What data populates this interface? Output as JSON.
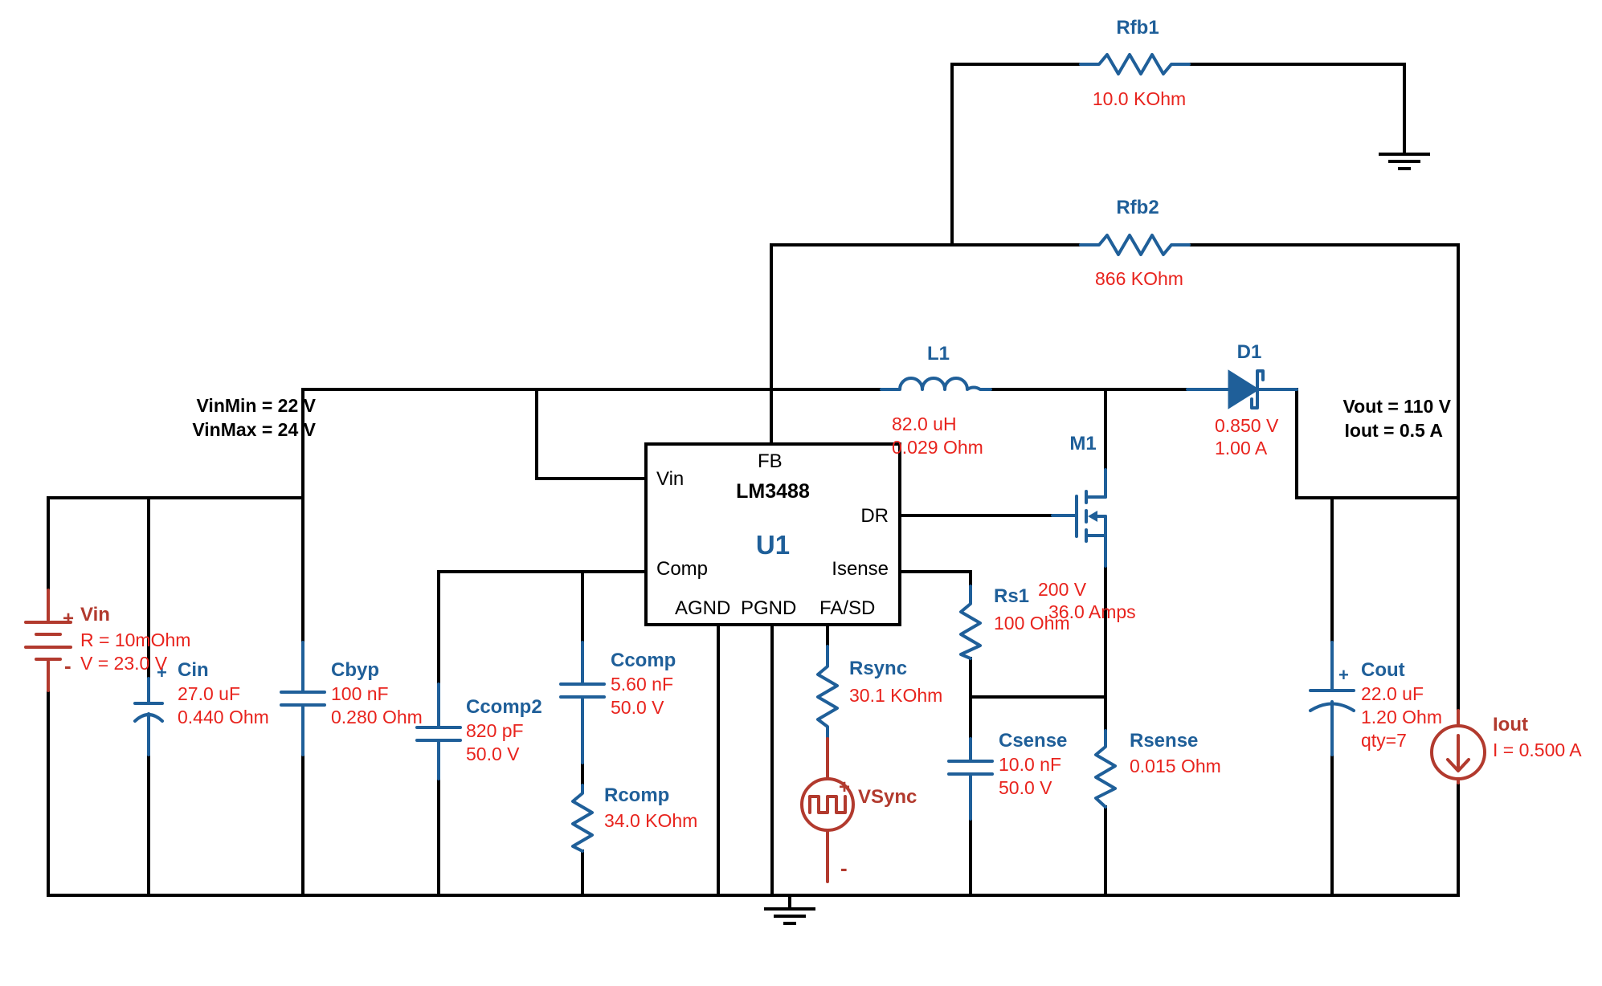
{
  "specs": {
    "vin_min": "VinMin = 22 V",
    "vin_max": "VinMax = 24 V",
    "vout": "Vout = 110 V",
    "iout": "Iout = 0.5 A"
  },
  "ic": {
    "designator": "U1",
    "part": "LM3488",
    "pins": {
      "fb": "FB",
      "vin": "Vin",
      "dr": "DR",
      "comp": "Comp",
      "isense": "Isense",
      "agnd": "AGND",
      "pgnd": "PGND",
      "fasd": "FA/SD"
    }
  },
  "components": {
    "rfb1": {
      "ref": "Rfb1",
      "values": [
        "10.0 KOhm"
      ]
    },
    "rfb2": {
      "ref": "Rfb2",
      "values": [
        "866 KOhm"
      ]
    },
    "l1": {
      "ref": "L1",
      "values": [
        "82.0 uH",
        "0.029 Ohm"
      ]
    },
    "d1": {
      "ref": "D1",
      "values": [
        "0.850 V",
        "1.00 A"
      ]
    },
    "m1": {
      "ref": "M1",
      "values": [
        "200 V",
        "36.0 Amps"
      ]
    },
    "vin": {
      "ref": "Vin",
      "values": [
        "R = 10mOhm",
        "V = 23.0 V"
      ]
    },
    "cin": {
      "ref": "Cin",
      "values": [
        "27.0 uF",
        "0.440 Ohm"
      ]
    },
    "cbyp": {
      "ref": "Cbyp",
      "values": [
        "100 nF",
        "0.280 Ohm"
      ]
    },
    "ccomp2": {
      "ref": "Ccomp2",
      "values": [
        "820 pF",
        "50.0 V"
      ]
    },
    "ccomp": {
      "ref": "Ccomp",
      "values": [
        "5.60 nF",
        "50.0 V"
      ]
    },
    "rcomp": {
      "ref": "Rcomp",
      "values": [
        "34.0 KOhm"
      ]
    },
    "rsync": {
      "ref": "Rsync",
      "values": [
        "30.1 KOhm"
      ]
    },
    "vsync": {
      "ref": "VSync",
      "values": []
    },
    "rs1": {
      "ref": "Rs1",
      "values": [
        "100 Ohm"
      ]
    },
    "csense": {
      "ref": "Csense",
      "values": [
        "10.0 nF",
        "50.0 V"
      ]
    },
    "rsense": {
      "ref": "Rsense",
      "values": [
        "0.015 Ohm"
      ]
    },
    "cout": {
      "ref": "Cout",
      "values": [
        "22.0 uF",
        "1.20 Ohm",
        "qty=7"
      ]
    },
    "iout": {
      "ref": "Iout",
      "values": [
        "I = 0.500 A"
      ]
    }
  },
  "colors": {
    "wire": "#000000",
    "component": "#1f5f99",
    "source": "#b23a2e",
    "value_text": "#e8231d"
  }
}
